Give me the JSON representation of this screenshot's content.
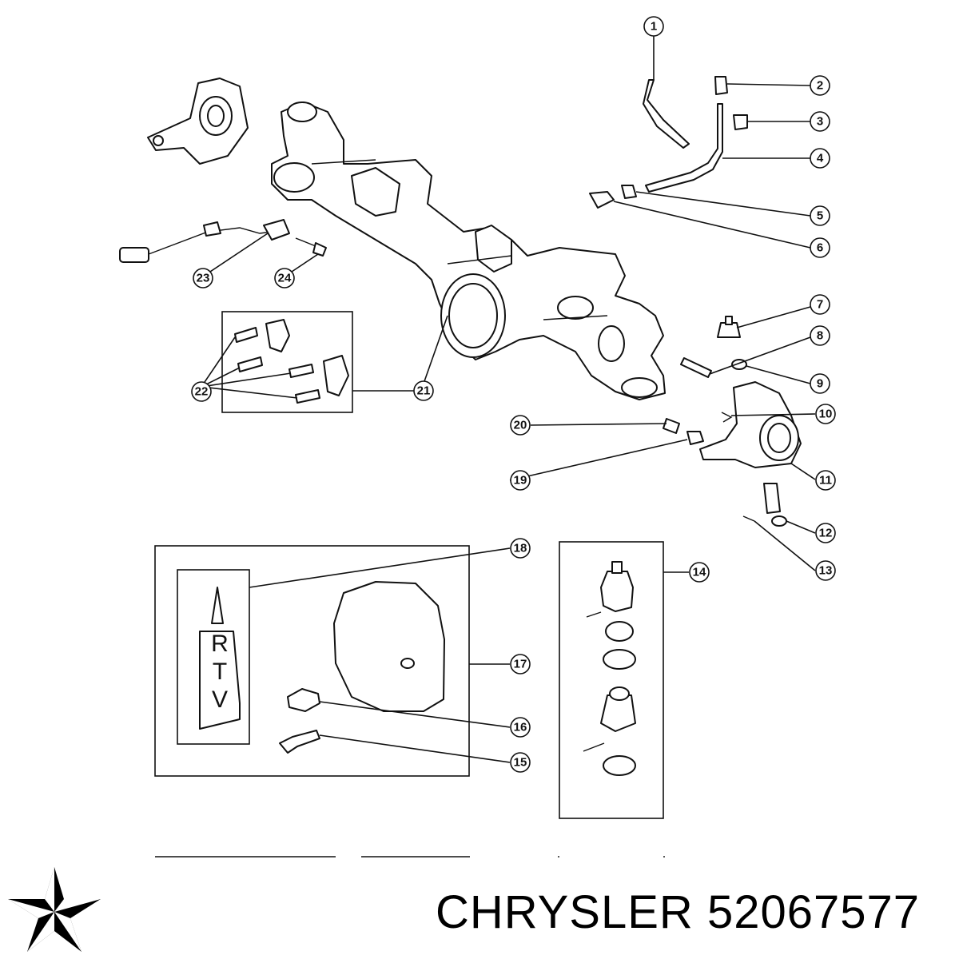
{
  "brand": {
    "name": "CHRYSLER",
    "part_number": "52067577",
    "logo_icon": "pentastar-logo-icon"
  },
  "tube_label": [
    "R",
    "T",
    "V"
  ],
  "callouts": [
    {
      "n": "1"
    },
    {
      "n": "2"
    },
    {
      "n": "3"
    },
    {
      "n": "4"
    },
    {
      "n": "5"
    },
    {
      "n": "6"
    },
    {
      "n": "7"
    },
    {
      "n": "8"
    },
    {
      "n": "9"
    },
    {
      "n": "10"
    },
    {
      "n": "11"
    },
    {
      "n": "12"
    },
    {
      "n": "13"
    },
    {
      "n": "14"
    },
    {
      "n": "15"
    },
    {
      "n": "16"
    },
    {
      "n": "17"
    },
    {
      "n": "18"
    },
    {
      "n": "19"
    },
    {
      "n": "20"
    },
    {
      "n": "21"
    },
    {
      "n": "22"
    },
    {
      "n": "23"
    },
    {
      "n": "24"
    }
  ]
}
